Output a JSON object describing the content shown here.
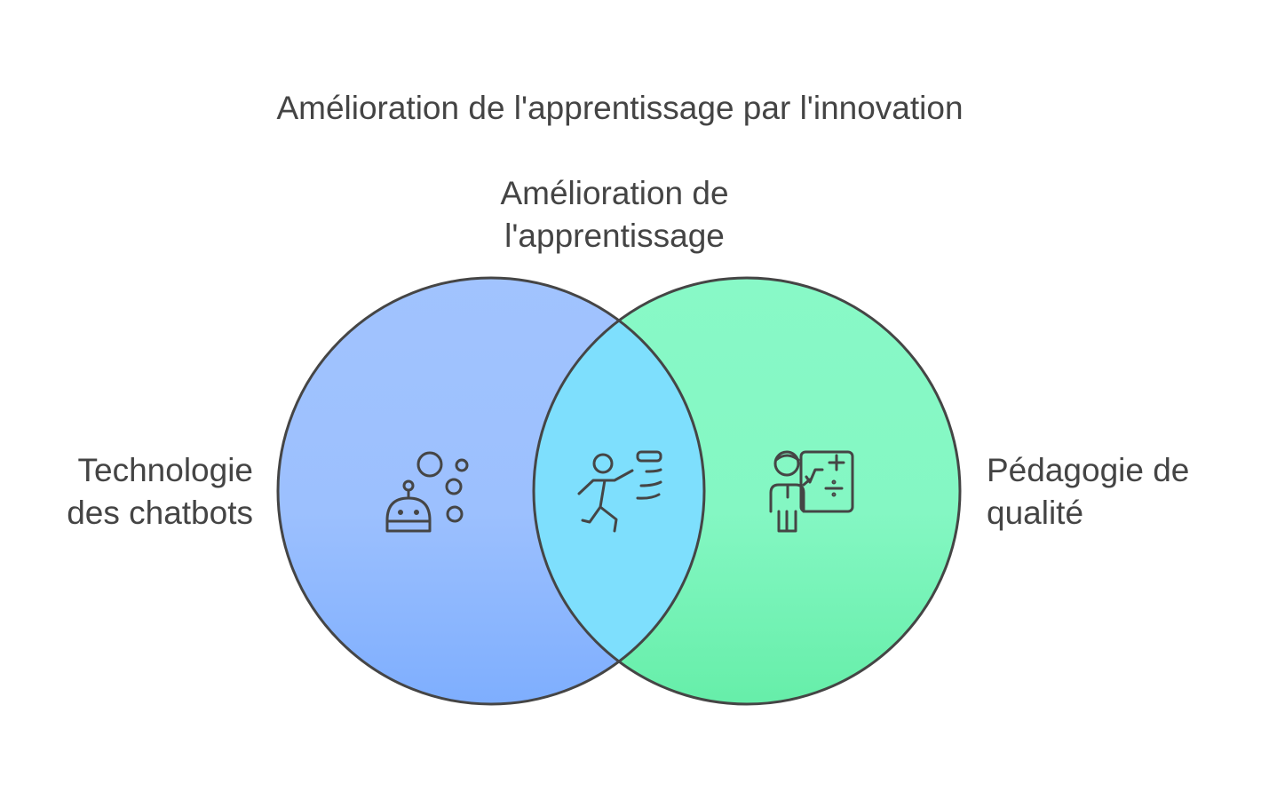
{
  "diagram": {
    "title": "Amélioration de l'apprentissage par l'innovation",
    "intersection_label": [
      "Amélioration de",
      "l'apprentissage"
    ],
    "left_label": [
      "Technologie",
      "des chatbots"
    ],
    "right_label": [
      "Pédagogie de",
      "qualité"
    ],
    "colors": {
      "left_circle_top": "#a1c3fe",
      "left_circle_bottom": "#7eaefe",
      "right_circle_top": "#88f9c7",
      "right_circle_bottom": "#66eea9",
      "intersection_fill": "#7edffd",
      "stroke": "#454545",
      "text": "#444444"
    },
    "icons": {
      "left": "chatbot-robot-icon",
      "center": "running-person-icon",
      "right": "teacher-math-board-icon"
    }
  }
}
